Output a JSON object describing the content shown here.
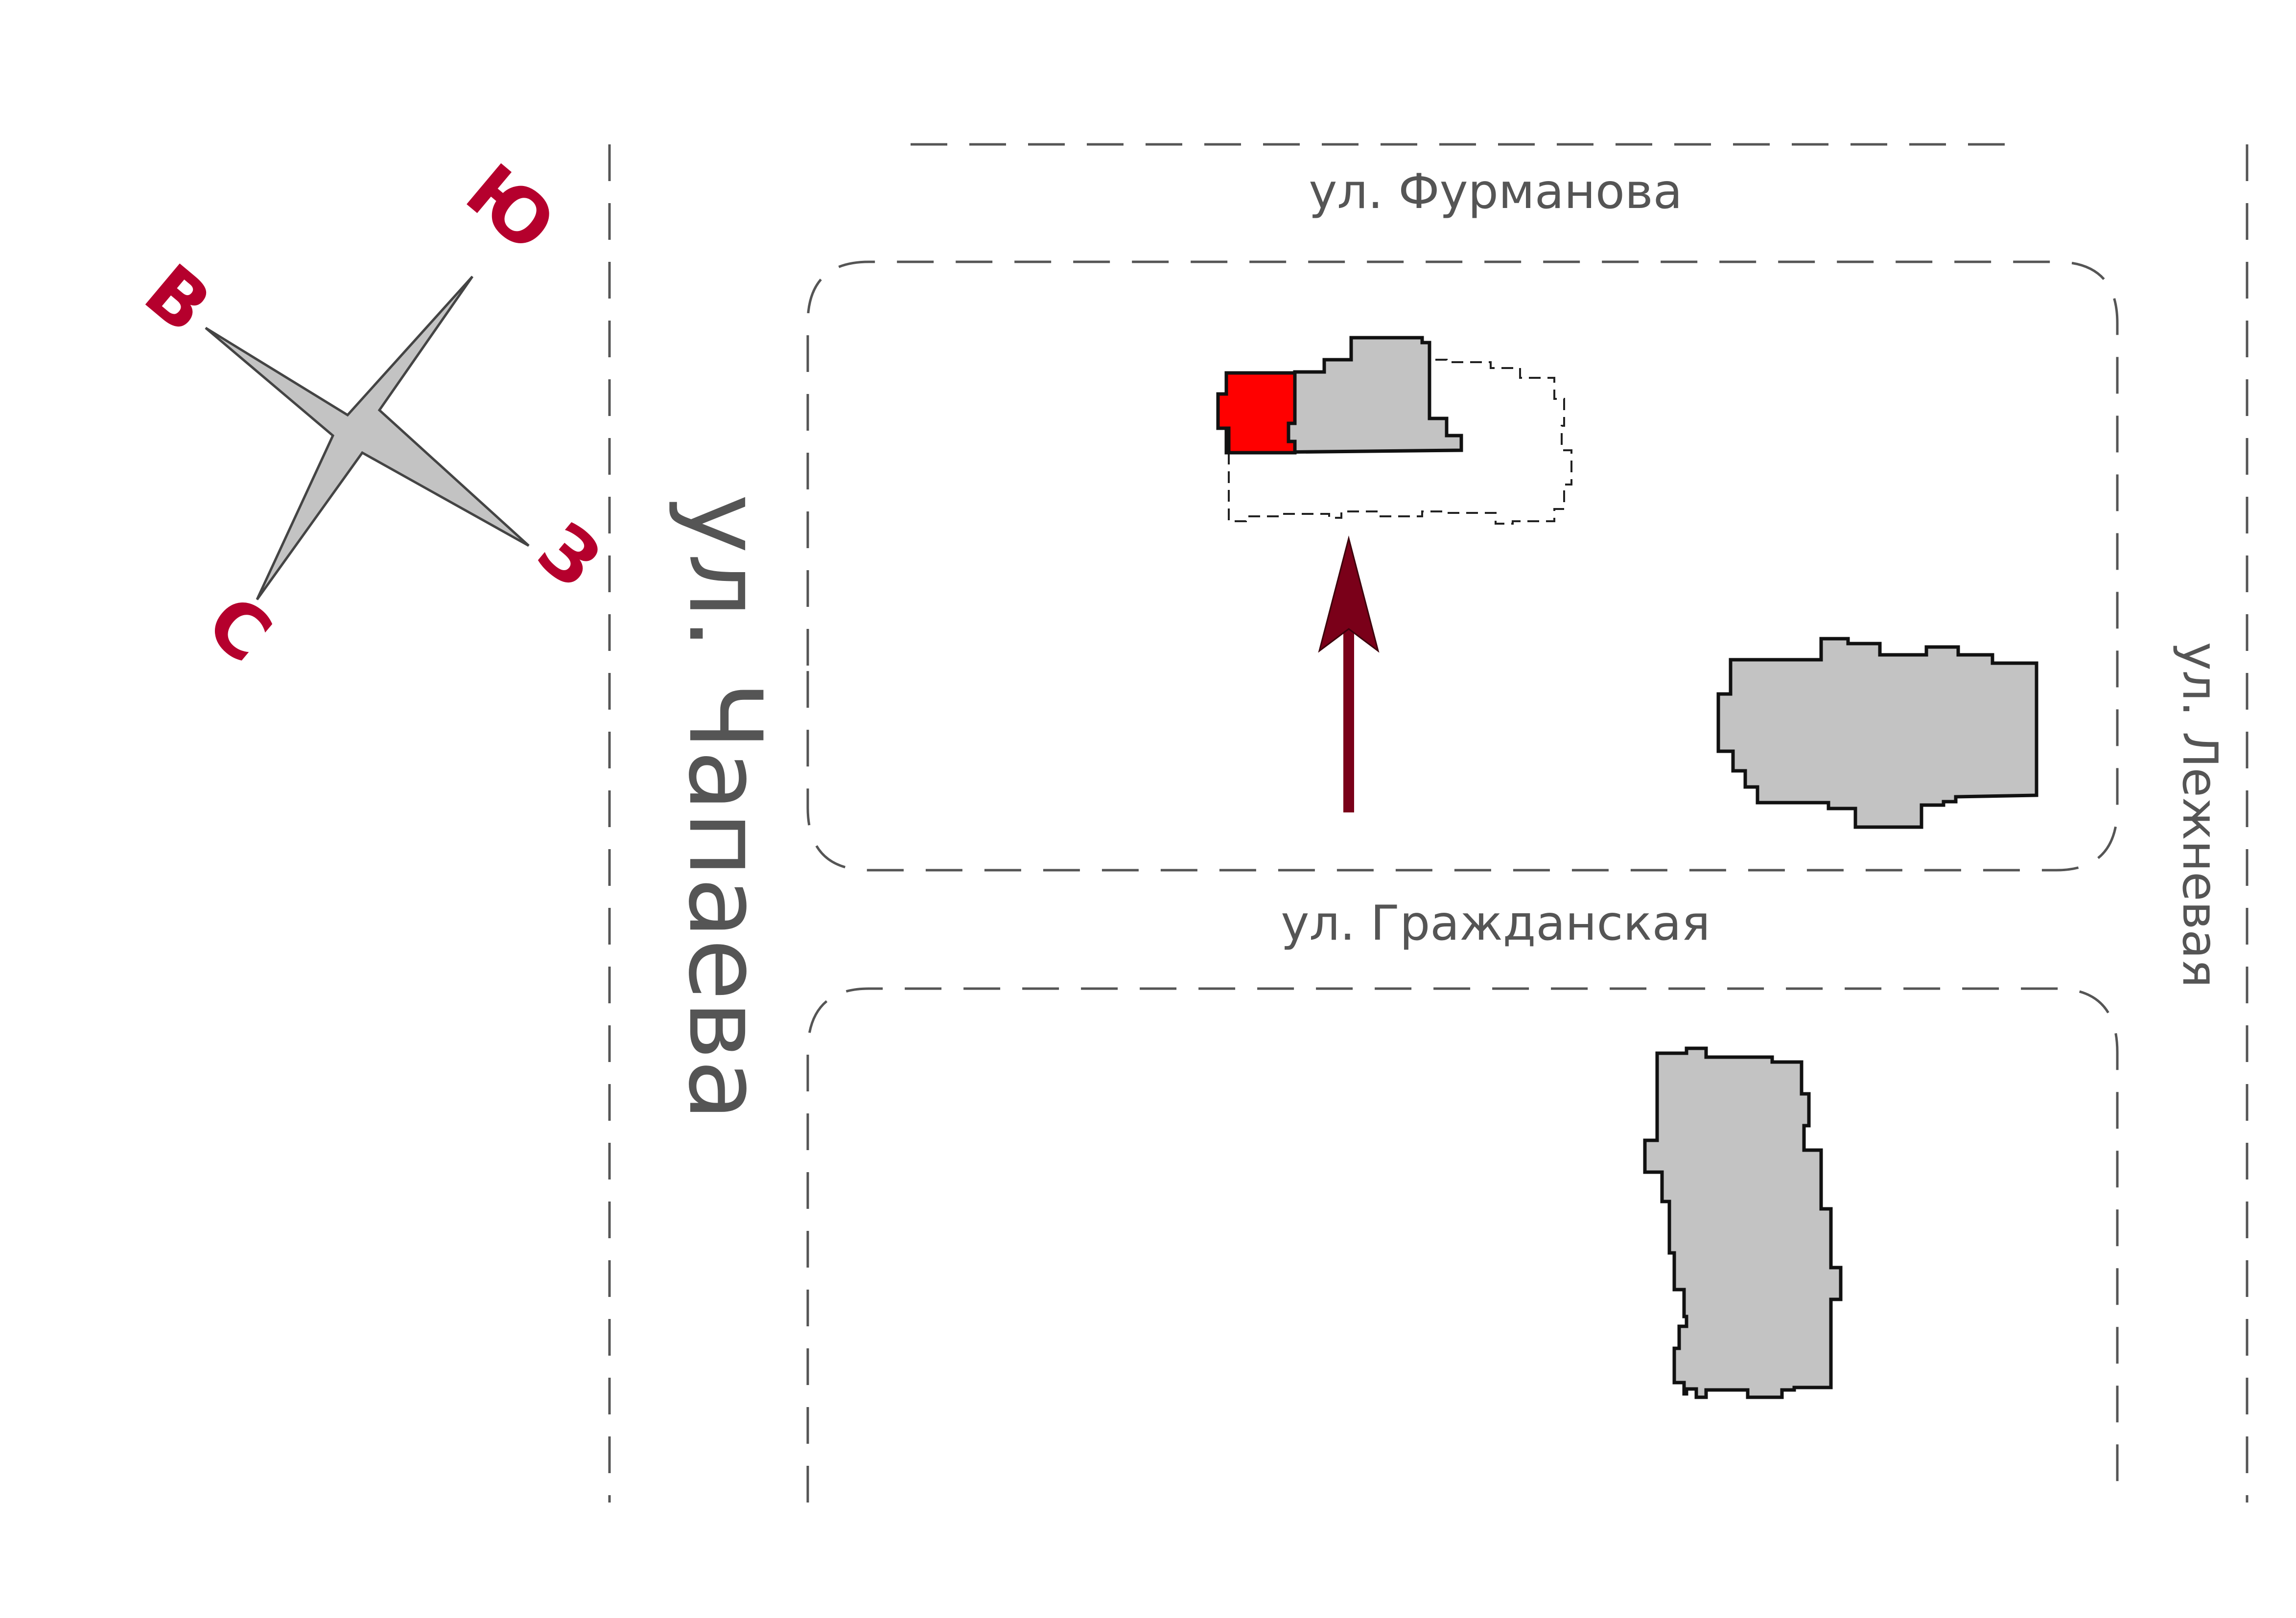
{
  "streets": {
    "furmanova": "ул. Фурманова",
    "grazhdanskaya": "ул. Гражданская",
    "chapaeva": "ул. Чапаева",
    "lezhnevaya": "ул. Лежневая"
  },
  "compass": {
    "south": "Ю",
    "east": "В",
    "west": "З",
    "north": "С"
  },
  "colors": {
    "street_dash": "#555555",
    "building_fill": "#c3c3c3",
    "target_building": "#ff0000",
    "arrow": "#7a0019",
    "compass_letters": "#b5002d",
    "compass_star": "#c3c3c3"
  },
  "icons": {
    "compass": "compass-rose-icon",
    "arrow": "arrow-up-icon"
  }
}
